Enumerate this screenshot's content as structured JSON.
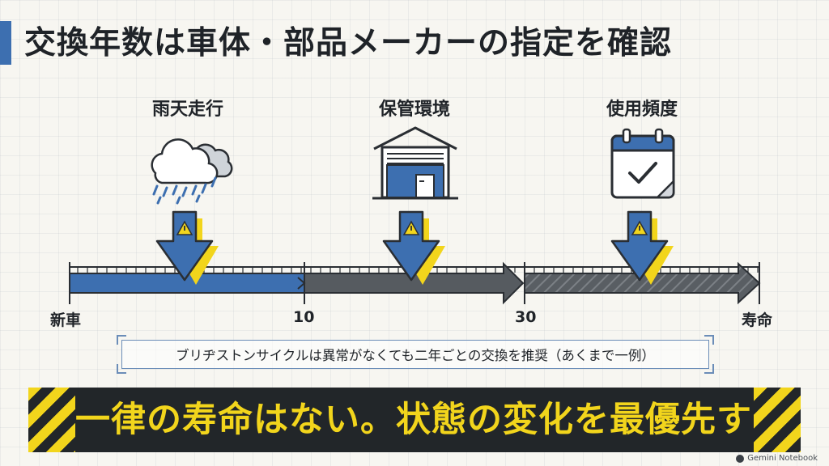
{
  "title": "交換年数は車体・部品メーカーの指定を確認",
  "factors": [
    {
      "label": "雨天走行",
      "icon": "rain-cloud-icon"
    },
    {
      "label": "保管環境",
      "icon": "garage-icon"
    },
    {
      "label": "使用頻度",
      "icon": "calendar-check-icon"
    }
  ],
  "timeline": {
    "labels": [
      "新車",
      "10",
      "30",
      "寿命"
    ]
  },
  "note": "ブリヂストンサイクルは異常がなくても二年ごとの交換を推奨（あくまで一例）",
  "banner": "一律の寿命はない。状態の変化を最優先する",
  "watermark": "Gemini Notebook",
  "colors": {
    "accent_blue": "#3d6fb0",
    "arrow_dark": "#565b60",
    "hazard_yellow": "#f2d51c",
    "banner_bg": "#222629"
  }
}
